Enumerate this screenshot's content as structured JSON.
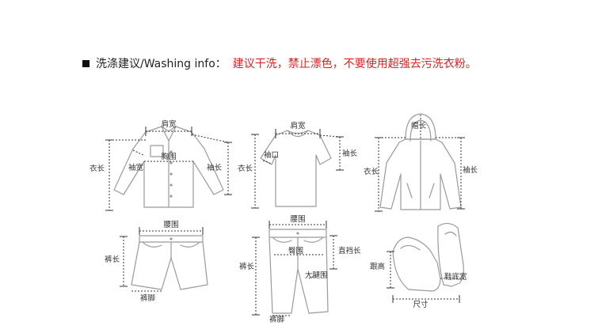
{
  "header": {
    "label": "洗涤建议/Washing info：",
    "note": "建议干洗，禁止漂色，不要使用超强去污洗衣粉。",
    "note_color": "#e0201c"
  },
  "shirt": {
    "shoulder": "肩宽",
    "chest": "胸围",
    "length": "衣长",
    "sleeve_width": "袖宽",
    "sleeve": "袖长"
  },
  "tshirt": {
    "shoulder": "肩宽",
    "cuff": "袖口",
    "length": "衣长",
    "sleeve": "袖长"
  },
  "hoodie": {
    "hat": "帽长",
    "length": "衣长",
    "sleeve": "袖长"
  },
  "shorts": {
    "waist": "腰围",
    "length": "裤长",
    "hem": "裤脚"
  },
  "pants": {
    "waist": "腰围",
    "hip": "臀围",
    "rise": "直裆长",
    "length": "裤长",
    "thigh": "大腿围",
    "hem": "裤脚"
  },
  "shoe": {
    "heel": "跟高",
    "sole_width": "鞋底宽",
    "size": "尺寸"
  }
}
